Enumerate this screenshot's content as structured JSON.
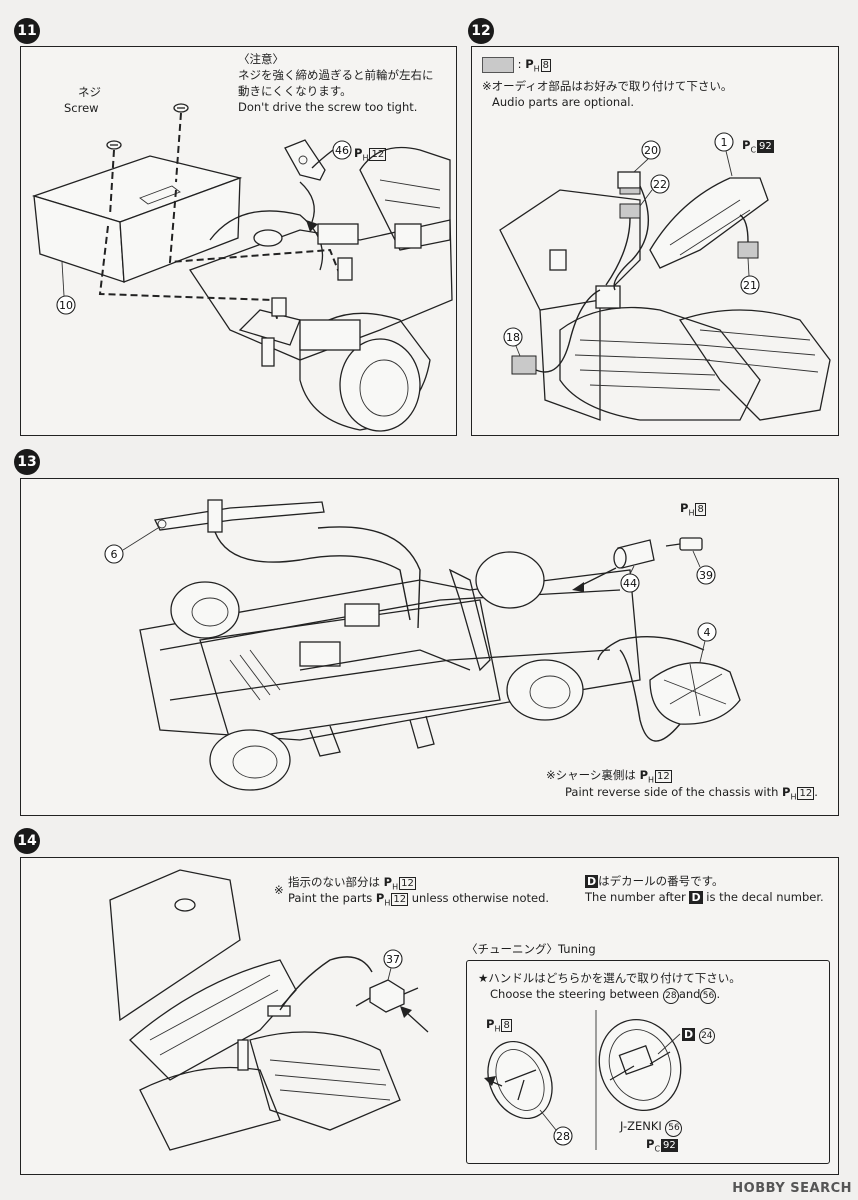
{
  "steps": {
    "s11": {
      "number": "11",
      "caution_title": "〈注意〉",
      "caution_jp_1": "ネジを強く締め過ぎると前輪が左右に",
      "caution_jp_2": "動きにくくなります。",
      "caution_en": "Don't drive the screw too tight.",
      "screw_jp": "ネジ",
      "screw_en": "Screw",
      "callouts": {
        "part_10": "10",
        "part_46": "46"
      },
      "paint": {
        "p": "P",
        "sub": "H",
        "num": "12"
      }
    },
    "s12": {
      "number": "12",
      "legend_colon": ":",
      "legend_paint": {
        "p": "P",
        "sub": "H",
        "num": "8"
      },
      "note_jp": "※オーディオ部品はお好みで取り付けて下さい。",
      "note_en": "Audio parts are optional.",
      "callouts": {
        "part_1": "1",
        "part_18": "18",
        "part_20": "20",
        "part_21": "21",
        "part_22": "22"
      },
      "paint_1": {
        "p": "P",
        "sub": "C",
        "num": "92"
      }
    },
    "s13": {
      "number": "13",
      "callouts": {
        "part_4": "4",
        "part_6": "6",
        "part_39": "39",
        "part_44": "44"
      },
      "paint_39": {
        "p": "P",
        "sub": "H",
        "num": "8"
      },
      "note_jp_prefix": "※シャーシ裏側は",
      "note_paint": {
        "p": "P",
        "sub": "H",
        "num": "12"
      },
      "note_en_prefix": "Paint reverse side of the chassis with",
      "note_en_paint": {
        "p": "P",
        "sub": "H",
        "num": "12"
      },
      "note_en_suffix": "."
    },
    "s14": {
      "number": "14",
      "note1_jp": "指示のない部分は",
      "note1_mark": "※",
      "note1_paint": {
        "p": "P",
        "sub": "H",
        "num": "12"
      },
      "note1_en_prefix": "Paint the parts",
      "note1_en_suffix": "unless otherwise noted.",
      "note2_badge": "D",
      "note2_jp": "はデカールの番号です。",
      "note2_en_prefix": "The number after",
      "note2_en_suffix": "is the decal number.",
      "callouts": {
        "part_37": "37"
      },
      "tuning_title": "〈チューニング〉Tuning",
      "tuning_jp": "★ハンドルはどちらかを選んで取り付けて下さい。",
      "tuning_en_prefix": "Choose the steering between",
      "tuning_a": "28",
      "tuning_and": "and",
      "tuning_b": "56",
      "tuning_en_suffix": ".",
      "steer_a_paint": {
        "p": "P",
        "sub": "H",
        "num": "8"
      },
      "steer_a_part": "28",
      "steer_b_decal": "D",
      "steer_b_decal_num": "24",
      "steer_b_label": "J-ZENKI",
      "steer_b_part": "56",
      "steer_b_paint": {
        "p": "P",
        "sub": "C",
        "num": "92"
      }
    }
  },
  "watermark": "HOBBY SEARCH",
  "colors": {
    "ink": "#1e1e1e",
    "paper": "#f1f0ee",
    "swatch": "#c9c9c9"
  }
}
